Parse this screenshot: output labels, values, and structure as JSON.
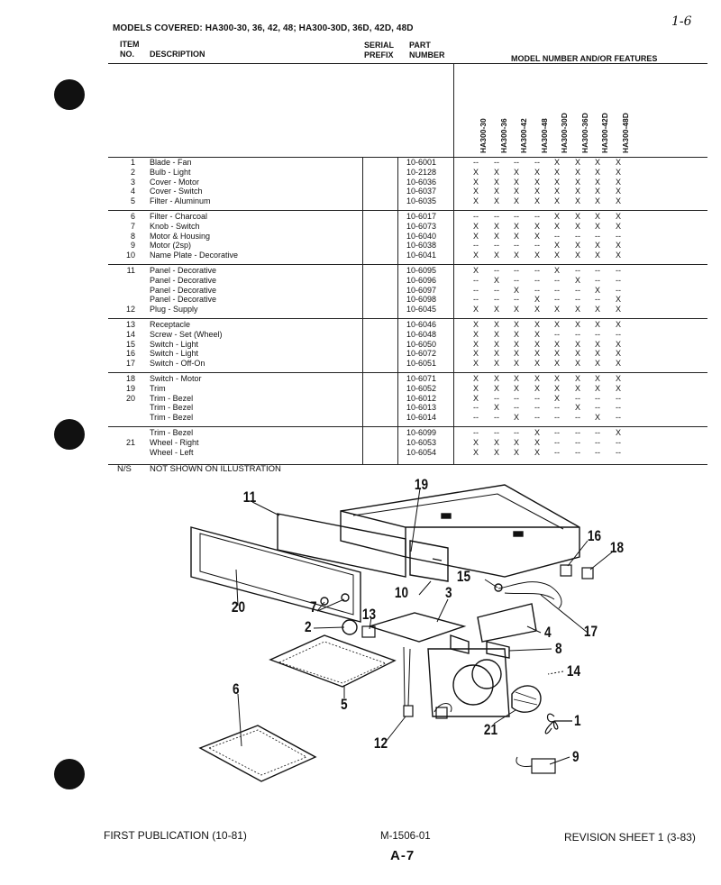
{
  "models_covered": "MODELS COVERED: HA300-30, 36, 42, 48; HA300-30D, 36D, 42D, 48D",
  "page_mark": "1-6",
  "headers": {
    "item": "ITEM",
    "no": "NO.",
    "description": "DESCRIPTION",
    "serial": "SERIAL",
    "prefix": "PREFIX",
    "part": "PART",
    "number": "NUMBER",
    "model_features": "MODEL NUMBER AND/OR FEATURES"
  },
  "models": [
    "HA300-30",
    "HA300-36",
    "HA300-42",
    "HA300-48",
    "HA300-30D",
    "HA300-36D",
    "HA300-42D",
    "HA300-48D"
  ],
  "groups": [
    {
      "rows": [
        {
          "item": "1",
          "desc": "Blade - Fan",
          "part": "10-6001",
          "marks": [
            "--",
            "--",
            "--",
            "--",
            "X",
            "X",
            "X",
            "X"
          ]
        },
        {
          "item": "2",
          "desc": "Bulb - Light",
          "part": "10-2128",
          "marks": [
            "X",
            "X",
            "X",
            "X",
            "X",
            "X",
            "X",
            "X"
          ]
        },
        {
          "item": "3",
          "desc": "Cover - Motor",
          "part": "10-6036",
          "marks": [
            "X",
            "X",
            "X",
            "X",
            "X",
            "X",
            "X",
            "X"
          ]
        },
        {
          "item": "4",
          "desc": "Cover - Switch",
          "part": "10-6037",
          "marks": [
            "X",
            "X",
            "X",
            "X",
            "X",
            "X",
            "X",
            "X"
          ]
        },
        {
          "item": "5",
          "desc": "Filter - Aluminum",
          "part": "10-6035",
          "marks": [
            "X",
            "X",
            "X",
            "X",
            "X",
            "X",
            "X",
            "X"
          ]
        }
      ]
    },
    {
      "rows": [
        {
          "item": "6",
          "desc": "Filter - Charcoal",
          "part": "10-6017",
          "marks": [
            "--",
            "--",
            "--",
            "--",
            "X",
            "X",
            "X",
            "X"
          ]
        },
        {
          "item": "7",
          "desc": "Knob - Switch",
          "part": "10-6073",
          "marks": [
            "X",
            "X",
            "X",
            "X",
            "X",
            "X",
            "X",
            "X"
          ]
        },
        {
          "item": "8",
          "desc": "Motor & Housing",
          "part": "10-6040",
          "marks": [
            "X",
            "X",
            "X",
            "X",
            "--",
            "--",
            "--",
            "--"
          ]
        },
        {
          "item": "9",
          "desc": "Motor (2sp)",
          "part": "10-6038",
          "marks": [
            "--",
            "--",
            "--",
            "--",
            "X",
            "X",
            "X",
            "X"
          ]
        },
        {
          "item": "10",
          "desc": "Name Plate - Decorative",
          "part": "10-6041",
          "marks": [
            "X",
            "X",
            "X",
            "X",
            "X",
            "X",
            "X",
            "X"
          ]
        }
      ]
    },
    {
      "rows": [
        {
          "item": "11",
          "desc": "Panel - Decorative",
          "part": "10-6095",
          "marks": [
            "X",
            "--",
            "--",
            "--",
            "X",
            "--",
            "--",
            "--"
          ]
        },
        {
          "item": "",
          "desc": "Panel - Decorative",
          "part": "10-6096",
          "marks": [
            "--",
            "X",
            "--",
            "--",
            "--",
            "X",
            "--",
            "--"
          ]
        },
        {
          "item": "",
          "desc": "Panel - Decorative",
          "part": "10-6097",
          "marks": [
            "--",
            "--",
            "X",
            "--",
            "--",
            "--",
            "X",
            "--"
          ]
        },
        {
          "item": "",
          "desc": "Panel - Decorative",
          "part": "10-6098",
          "marks": [
            "--",
            "--",
            "--",
            "X",
            "--",
            "--",
            "--",
            "X"
          ]
        },
        {
          "item": "12",
          "desc": "Plug - Supply",
          "part": "10-6045",
          "marks": [
            "X",
            "X",
            "X",
            "X",
            "X",
            "X",
            "X",
            "X"
          ]
        }
      ]
    },
    {
      "rows": [
        {
          "item": "13",
          "desc": "Receptacle",
          "part": "10-6046",
          "marks": [
            "X",
            "X",
            "X",
            "X",
            "X",
            "X",
            "X",
            "X"
          ]
        },
        {
          "item": "14",
          "desc": "Screw - Set (Wheel)",
          "part": "10-6048",
          "marks": [
            "X",
            "X",
            "X",
            "X",
            "--",
            "--",
            "--",
            "--"
          ]
        },
        {
          "item": "15",
          "desc": "Switch - Light",
          "part": "10-6050",
          "marks": [
            "X",
            "X",
            "X",
            "X",
            "X",
            "X",
            "X",
            "X"
          ]
        },
        {
          "item": "16",
          "desc": "Switch - Light",
          "part": "10-6072",
          "marks": [
            "X",
            "X",
            "X",
            "X",
            "X",
            "X",
            "X",
            "X"
          ]
        },
        {
          "item": "17",
          "desc": "Switch - Off-On",
          "part": "10-6051",
          "marks": [
            "X",
            "X",
            "X",
            "X",
            "X",
            "X",
            "X",
            "X"
          ]
        }
      ]
    },
    {
      "rows": [
        {
          "item": "18",
          "desc": "Switch - Motor",
          "part": "10-6071",
          "marks": [
            "X",
            "X",
            "X",
            "X",
            "X",
            "X",
            "X",
            "X"
          ]
        },
        {
          "item": "19",
          "desc": "Trim",
          "part": "10-6052",
          "marks": [
            "X",
            "X",
            "X",
            "X",
            "X",
            "X",
            "X",
            "X"
          ]
        },
        {
          "item": "20",
          "desc": "Trim - Bezel",
          "part": "10-6012",
          "marks": [
            "X",
            "--",
            "--",
            "--",
            "X",
            "--",
            "--",
            "--"
          ]
        },
        {
          "item": "",
          "desc": "Trim - Bezel",
          "part": "10-6013",
          "marks": [
            "--",
            "X",
            "--",
            "--",
            "--",
            "X",
            "--",
            "--"
          ]
        },
        {
          "item": "",
          "desc": "Trim - Bezel",
          "part": "10-6014",
          "marks": [
            "--",
            "--",
            "X",
            "--",
            "--",
            "--",
            "X",
            "--"
          ]
        }
      ]
    },
    {
      "rows": [
        {
          "item": "",
          "desc": "Trim - Bezel",
          "part": "10-6099",
          "marks": [
            "--",
            "--",
            "--",
            "X",
            "--",
            "--",
            "--",
            "X"
          ]
        },
        {
          "item": "21",
          "desc": "Wheel - Right",
          "part": "10-6053",
          "marks": [
            "X",
            "X",
            "X",
            "X",
            "--",
            "--",
            "--",
            "--"
          ]
        },
        {
          "item": "",
          "desc": "Wheel - Left",
          "part": "10-6054",
          "marks": [
            "X",
            "X",
            "X",
            "X",
            "--",
            "--",
            "--",
            "--"
          ]
        }
      ]
    }
  ],
  "ns_code": "N/S",
  "ns_text": "NOT SHOWN ON ILLUSTRATION",
  "callouts": [
    "11",
    "19",
    "16",
    "18",
    "15",
    "10",
    "20",
    "7",
    "3",
    "2",
    "13",
    "4",
    "17",
    "8",
    "14",
    "6",
    "5",
    "21",
    "1",
    "12",
    "9"
  ],
  "footer": {
    "left": "FIRST PUBLICATION (10-81)",
    "center": "M-1506-01",
    "right": "REVISION SHEET 1 (3-83)",
    "page": "A-7"
  }
}
